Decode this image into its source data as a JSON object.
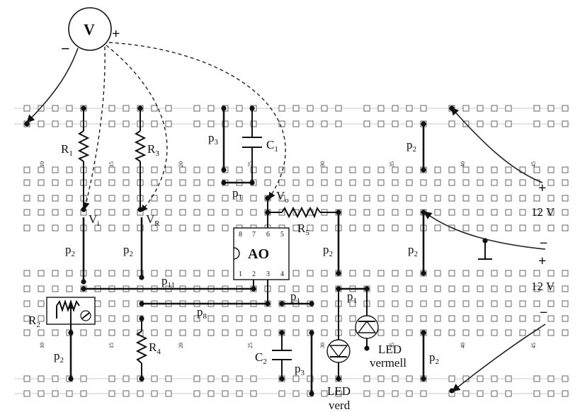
{
  "meter": {
    "symbol": "V",
    "plus": "+",
    "minus": "−"
  },
  "labels": {
    "R1": "R",
    "R1_sub": "1",
    "R3": "R",
    "R3_sub": "3",
    "R2": "R",
    "R2_sub": "2",
    "R4": "R",
    "R4_sub": "4",
    "R5": "R",
    "R5_sub": "5",
    "C1": "C",
    "C1_sub": "1",
    "C2": "C",
    "C2_sub": "2",
    "Vi": "V",
    "Vi_sub": "i",
    "VR": "V",
    "VR_sub": "R",
    "Vo": "V",
    "Vo_sub": "o",
    "p1_top": "p",
    "p1_top_sub": "1",
    "p1_mid": "p",
    "p1_mid_sub": "1",
    "p1_right": "p",
    "p1_right_sub": "1",
    "p2_a": "p",
    "p2_a_sub": "2",
    "p2_b": "p",
    "p2_b_sub": "2",
    "p2_c": "p",
    "p2_c_sub": "2",
    "p2_d": "p",
    "p2_d_sub": "2",
    "p2_e": "p",
    "p2_e_sub": "2",
    "p2_f": "p",
    "p2_f_sub": "2",
    "p2_g": "p",
    "p2_g_sub": "2",
    "p3_top": "p",
    "p3_top_sub": "3",
    "p3_bot": "p",
    "p3_bot_sub": "3",
    "p8": "p",
    "p8_sub": "8",
    "p11": "p",
    "p11_sub": "11",
    "ao": "AO",
    "led_red_1": "LED",
    "led_red_2": "vermell",
    "led_green_1": "LED",
    "led_green_2": "verd",
    "supply_top": "12 V",
    "supply_bot": "12 V",
    "plus": "+",
    "minus": "−"
  },
  "ic_pins_top": [
    "8",
    "7",
    "6",
    "5"
  ],
  "ic_pins_bottom": [
    "1",
    "2",
    "3",
    "4"
  ],
  "column_numbers_top": [
    "10",
    "15",
    "20",
    "25",
    "30",
    "35",
    "40",
    "45"
  ],
  "column_numbers_bottom": [
    "10",
    "15",
    "20",
    "25",
    "30",
    "35",
    "40",
    "45"
  ]
}
